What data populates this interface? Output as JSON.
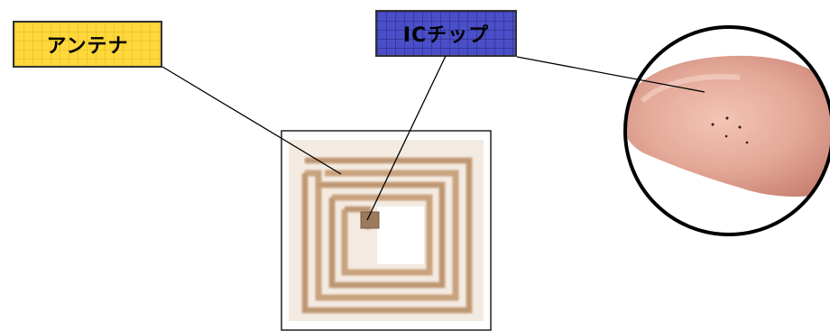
{
  "labels": {
    "antenna": "アンテナ",
    "ic_chip": "ICチップ"
  },
  "colors": {
    "antenna_label_bg": "#ffd83a",
    "chip_label_bg": "#4a4fc8",
    "coil_color": "#c9a27e",
    "finger_color": "#e3a898"
  },
  "icons": [
    "rfid-antenna-coil-image",
    "fingertip-with-chips-image"
  ]
}
